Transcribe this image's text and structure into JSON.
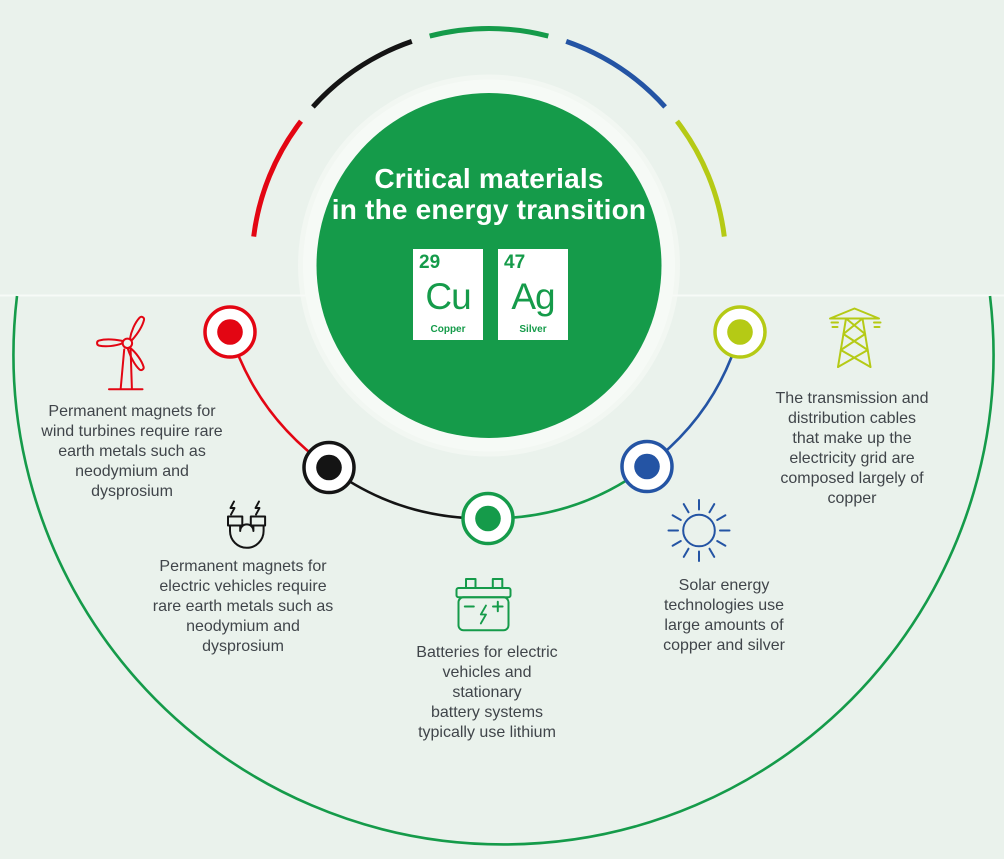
{
  "title": {
    "line1": "Critical materials",
    "line2": "in the energy transition"
  },
  "elements": [
    {
      "number": "29",
      "symbol": "Cu",
      "name": "Copper"
    },
    {
      "number": "47",
      "symbol": "Ag",
      "name": "Silver"
    }
  ],
  "items": [
    {
      "id": "wind-turbines",
      "accent": "#e30613",
      "icon": "wind-turbine-icon",
      "lines": [
        "Permanent magnets for",
        "wind turbines require rare",
        "earth metals such as",
        "neodymium and",
        "dysprosium"
      ]
    },
    {
      "id": "electric-vehicle-magnets",
      "accent": "#141414",
      "icon": "magnet-icon",
      "lines": [
        "Permanent magnets for",
        "electric vehicles require",
        "rare earth metals such as",
        "neodymium and",
        "dysprosium"
      ]
    },
    {
      "id": "batteries",
      "accent": "#159b4a",
      "icon": "battery-icon",
      "lines": [
        "Batteries for electric",
        "vehicles and",
        "stationary",
        "battery systems",
        "typically use lithium"
      ]
    },
    {
      "id": "solar-energy",
      "accent": "#2454a4",
      "icon": "sun-icon",
      "lines": [
        "Solar energy",
        "technologies use",
        "large amounts of",
        "copper and silver"
      ]
    },
    {
      "id": "electricity-grid",
      "accent": "#b5ca15",
      "icon": "transmission-tower-icon",
      "lines": [
        "The transmission and",
        "distribution cables",
        "that make up the",
        "electricity grid are",
        "composed largely of",
        "copper"
      ]
    }
  ],
  "colors": {
    "bg": "#eaf2ec",
    "green": "#159b4a",
    "red": "#e30613",
    "black": "#141414",
    "blue": "#2454a4",
    "lime": "#b5ca15",
    "text": "#40454a",
    "ring": "#f6faf6"
  }
}
